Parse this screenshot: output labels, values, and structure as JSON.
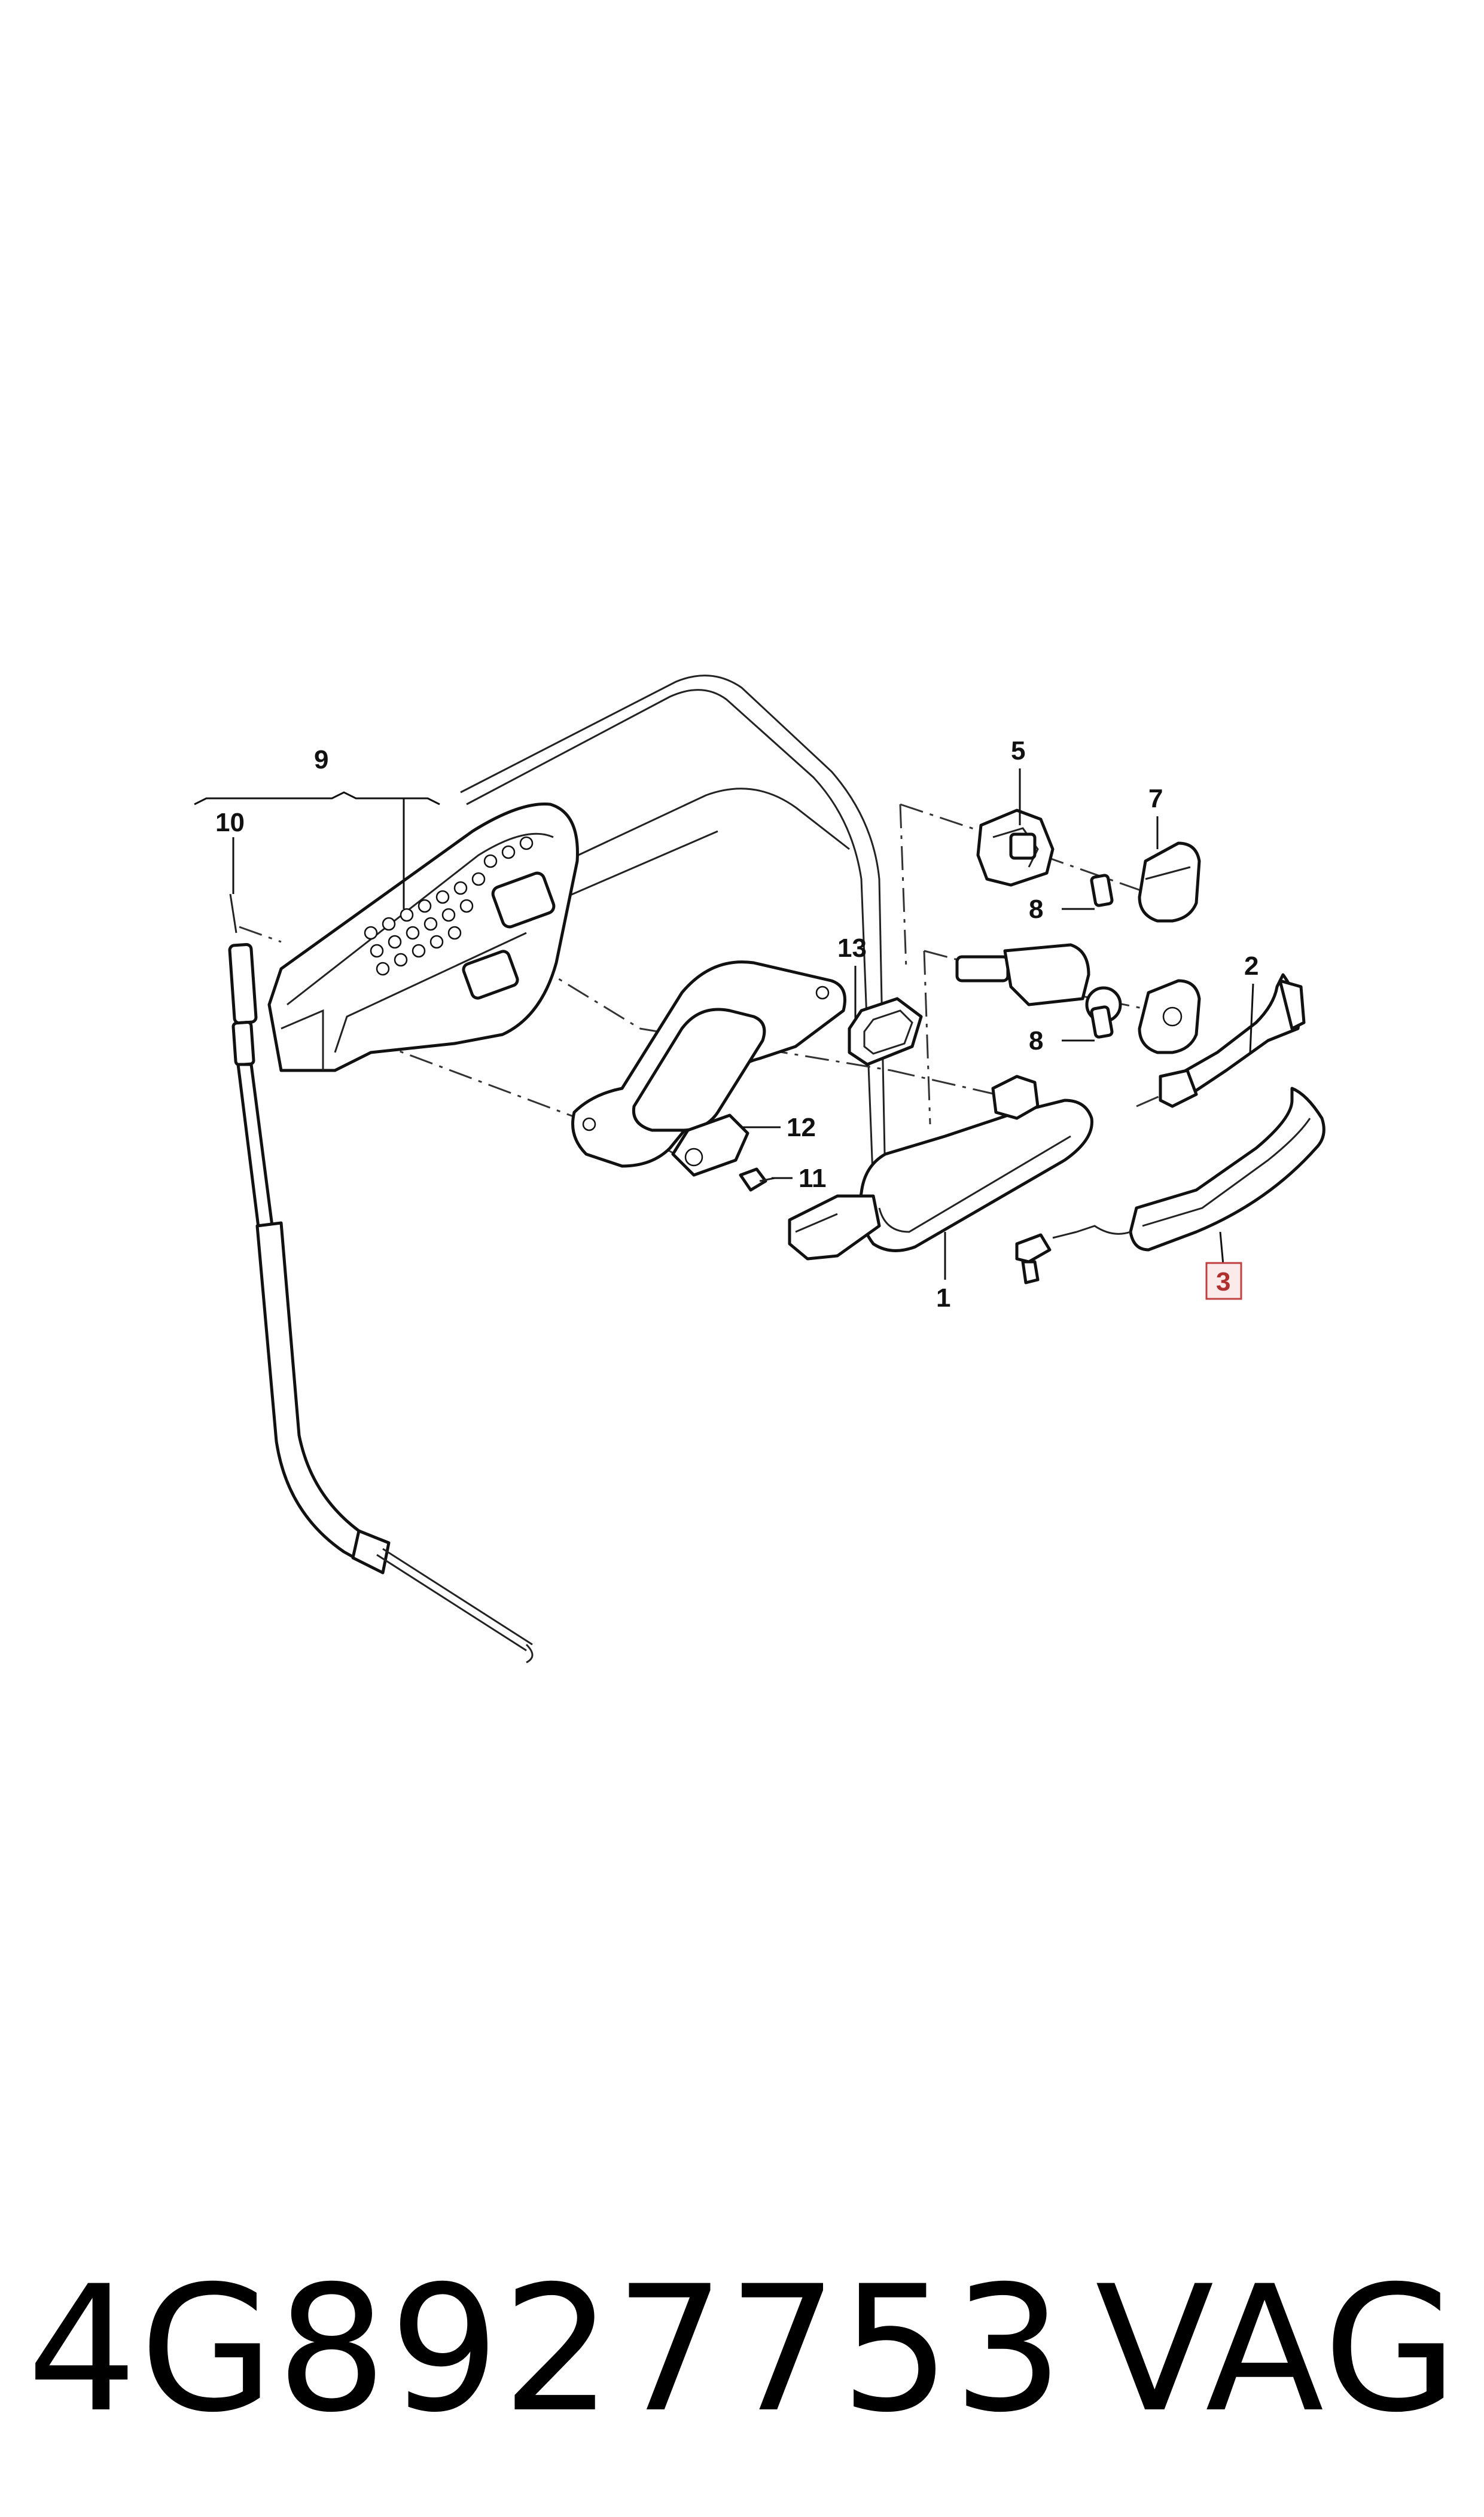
{
  "diagram": {
    "callouts": {
      "c1": "1",
      "c2": "2",
      "c3": "3",
      "c5": "5",
      "c7": "7",
      "c8a": "8",
      "c8b": "8",
      "c9": "9",
      "c10": "10",
      "c11": "11",
      "c12": "12",
      "c13": "13"
    },
    "highlighted_callout": "3",
    "highlight_color": "#c04040"
  },
  "footer": {
    "part_number": "4G8927753",
    "brand": "VAG"
  }
}
